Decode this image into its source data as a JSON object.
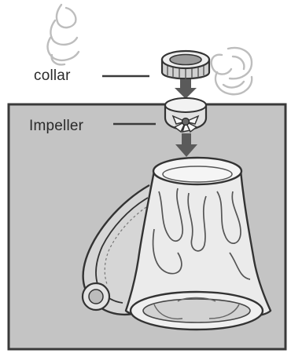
{
  "labels": {
    "collar": "collar",
    "impeller": "Impeller"
  },
  "colors": {
    "panel": "#c4c4c4",
    "panel_border": "#3a3a3a",
    "line": "#3a3a3a",
    "arrow": "#5a5a5a",
    "ghost": "#bdbdbd",
    "part_fill": "#e6e6e6"
  },
  "icons": {
    "arrow": "down-arrow",
    "ghost_shell_left": "spiral-shell-outline",
    "ghost_shell_right": "spiral-shell-outline"
  }
}
